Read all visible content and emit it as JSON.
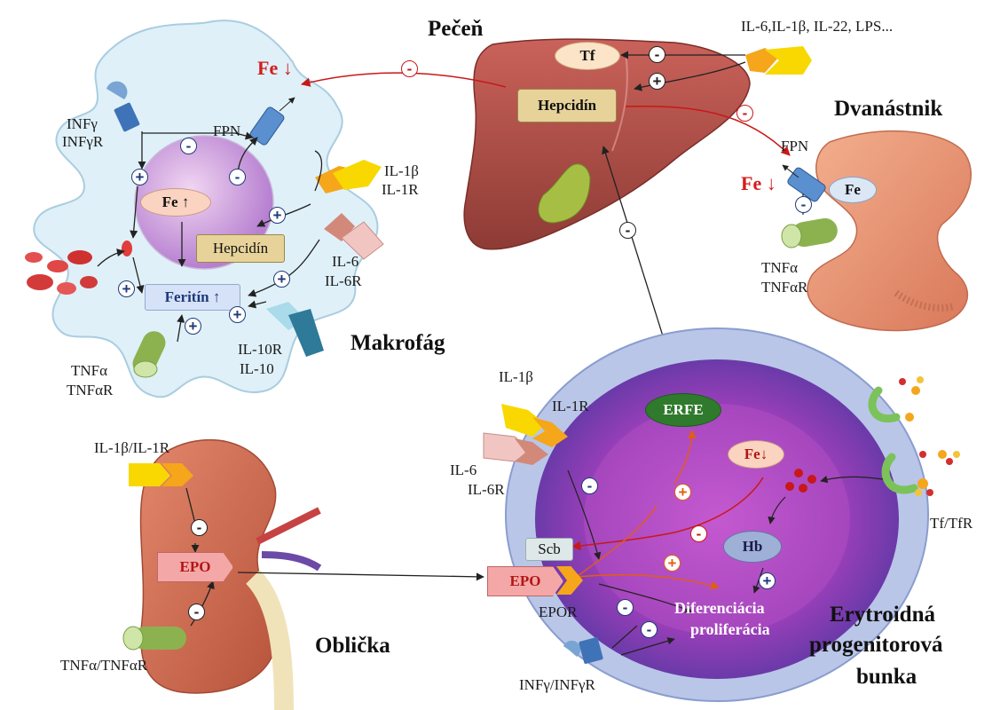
{
  "organs": {
    "liver": "Pečeň",
    "duodenum": "Dvanástnik",
    "macrophage": "Makrofág",
    "kidney": "Oblička",
    "erythroid_line1": "Erytroidná",
    "erythroid_line2": "progenitorová",
    "erythroid_line3": "bunka"
  },
  "liver": {
    "tf": "Tf",
    "hepcidin": "Hepcidín",
    "inflammation": "IL-6,IL-1β, IL-22, LPS..."
  },
  "macrophage": {
    "fe_down": "Fe ↓",
    "infg": "INFγ",
    "infgr": "INFγR",
    "fpn": "FPN",
    "fe_up": "Fe ↑",
    "hepcidin": "Hepcidín",
    "feritin": "Feritín ↑",
    "il1b": "IL-1β",
    "il1r": "IL-1R",
    "il6": "IL-6",
    "il6r": "IL-6R",
    "il10r": "IL-10R",
    "il10": "IL-10",
    "tnfa": "TNFα",
    "tnfar": "TNFαR"
  },
  "duodenum": {
    "fpn": "FPN",
    "fe_down": "Fe ↓",
    "fe": "Fe",
    "tnfa": "TNFα",
    "tnfar": "TNFαR"
  },
  "kidney": {
    "il1b_il1r": "IL-1β/IL-1R",
    "epo": "EPO",
    "tnfa_tnfar": "TNFα/TNFαR"
  },
  "erythroid": {
    "il1b": "IL-1β",
    "il1r": "IL-1R",
    "il6": "IL-6",
    "il6r": "IL-6R",
    "erfe": "ERFE",
    "fe_down": "Fe↓",
    "scb": "Scb",
    "hb": "Hb",
    "epo": "EPO",
    "epor": "EPOR",
    "diff1": "Diferenciácia",
    "diff2": "proliferácia",
    "tf_tfr": "Tf/TfR",
    "infg_infgr": "INFγ/INFγR"
  },
  "signs": {
    "minus": "-",
    "plus": "+"
  },
  "colors": {
    "inhibition_red": "#c81818",
    "stimulation_orange": "#e35d12",
    "receptor_yellow": "#f5d000",
    "epo_pink": "#f08a8a",
    "erfe_green": "#2f7a2c"
  }
}
